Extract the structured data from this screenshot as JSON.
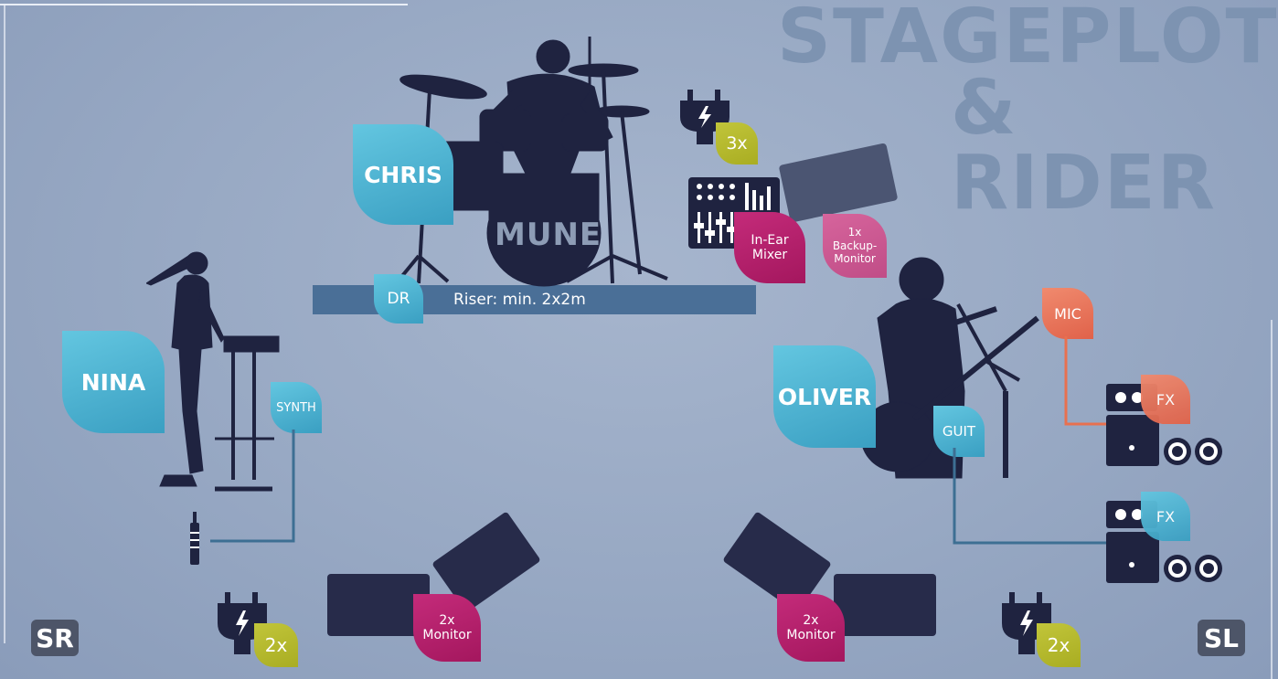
{
  "title": {
    "line1": "STAGEPLOT",
    "line2": "& RIDER"
  },
  "colors": {
    "silhouette": "#1f2340",
    "blue": "#3a9fc2",
    "magenta": "#b01f69",
    "orange": "#e8704f",
    "olive": "#b2b62c",
    "line_blue": "#3d6f93",
    "line_orange": "#e8704f"
  },
  "corners": {
    "sr": "SR",
    "sl": "SL"
  },
  "musicians": {
    "chris": "CHRIS",
    "nina": "NINA",
    "oliver": "OLIVER"
  },
  "drums": {
    "brand": "MUNE",
    "label": "DR",
    "riser": "Riser: min. 2x2m"
  },
  "power": {
    "drums": "3x",
    "left": "2x",
    "right": "2x"
  },
  "inear": {
    "line1": "In-Ear",
    "line2": "Mixer"
  },
  "backup": {
    "line1": "1x",
    "line2": "Backup-",
    "line3": "Monitor"
  },
  "inputs": {
    "synth": "SYNTH",
    "mic": "MIC",
    "guit": "GUIT",
    "fx1": "FX",
    "fx2": "FX"
  },
  "monitors": {
    "left": {
      "line1": "2x",
      "line2": "Monitor"
    },
    "right": {
      "line1": "2x",
      "line2": "Monitor"
    }
  }
}
